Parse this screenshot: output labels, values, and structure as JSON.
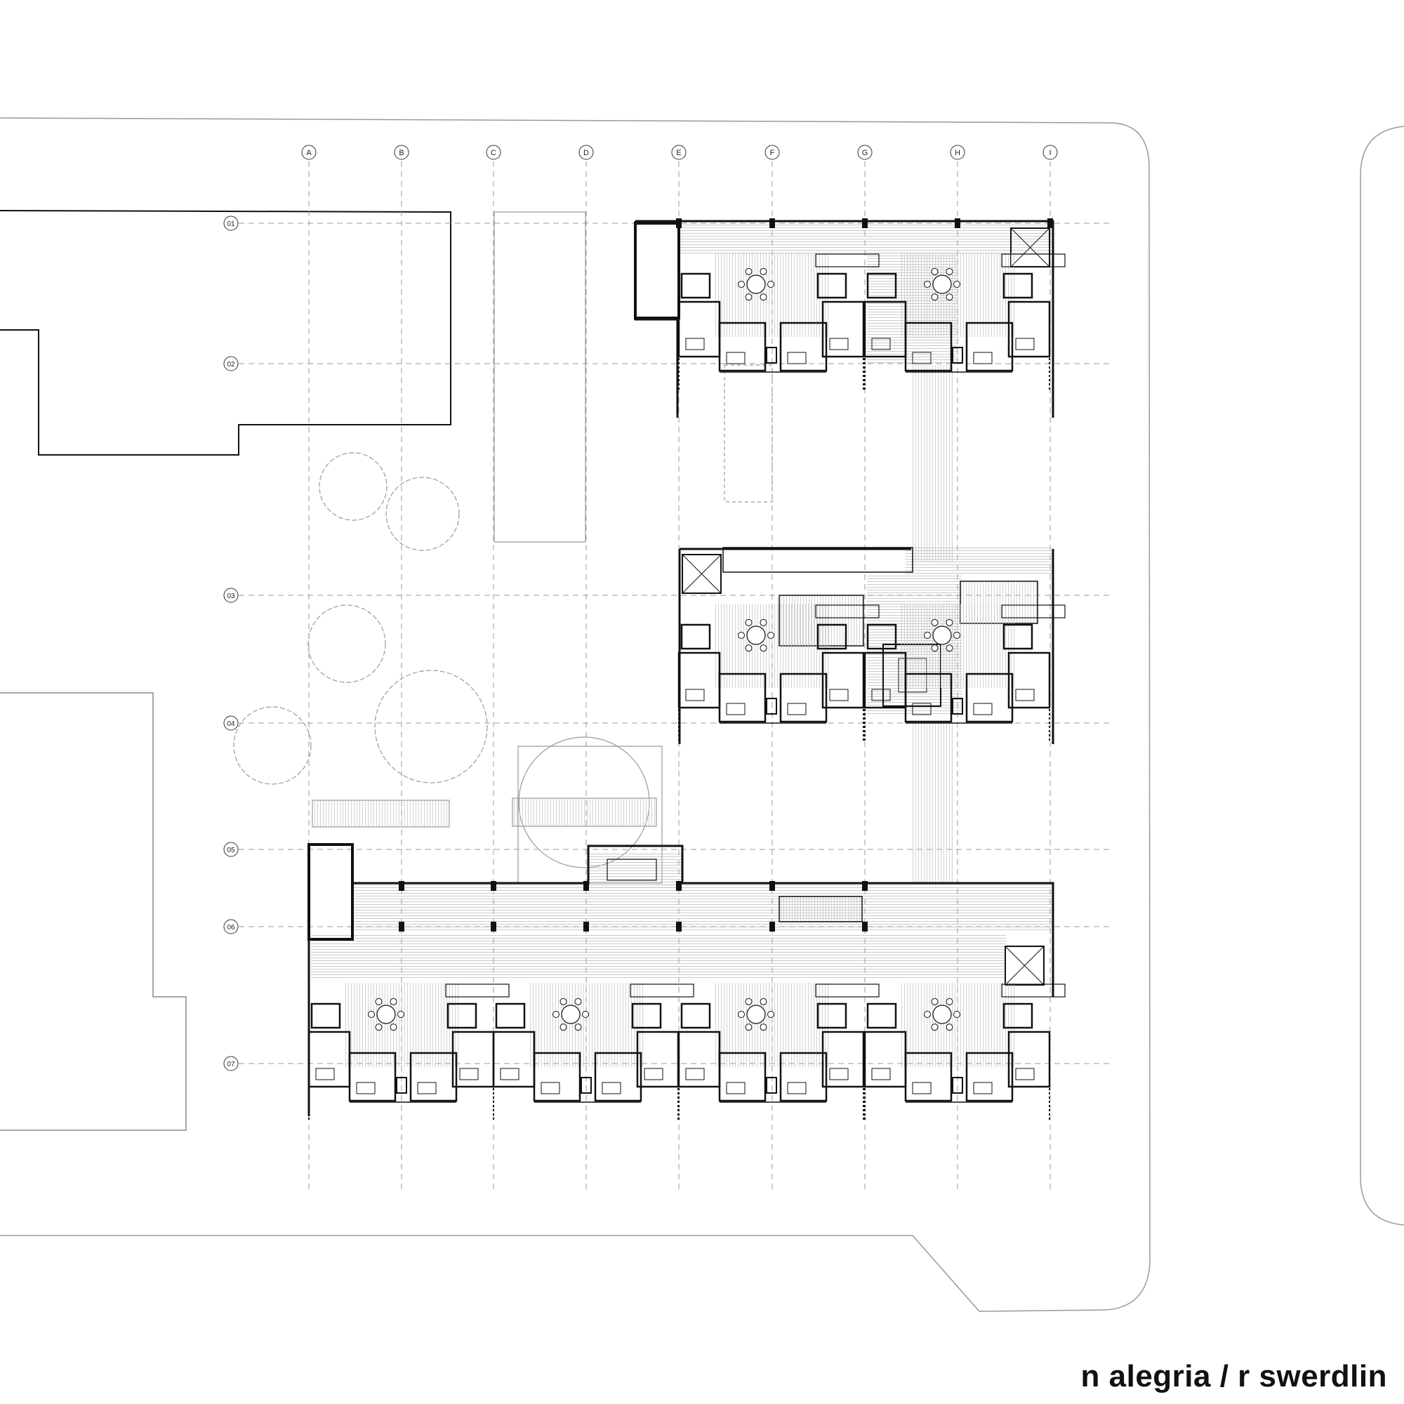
{
  "drawing": {
    "column_grid_labels": [
      "A",
      "B",
      "C",
      "D",
      "E",
      "F",
      "G",
      "H",
      "I"
    ],
    "row_grid_labels": [
      "01",
      "02",
      "03",
      "04",
      "05",
      "06",
      "07"
    ],
    "credit": "n alegria / r swerdlin",
    "colors": {
      "line": "#111111",
      "grid": "#9a9a9a",
      "site": "#9a9a9a",
      "hatch": "#c8c8c8"
    }
  }
}
